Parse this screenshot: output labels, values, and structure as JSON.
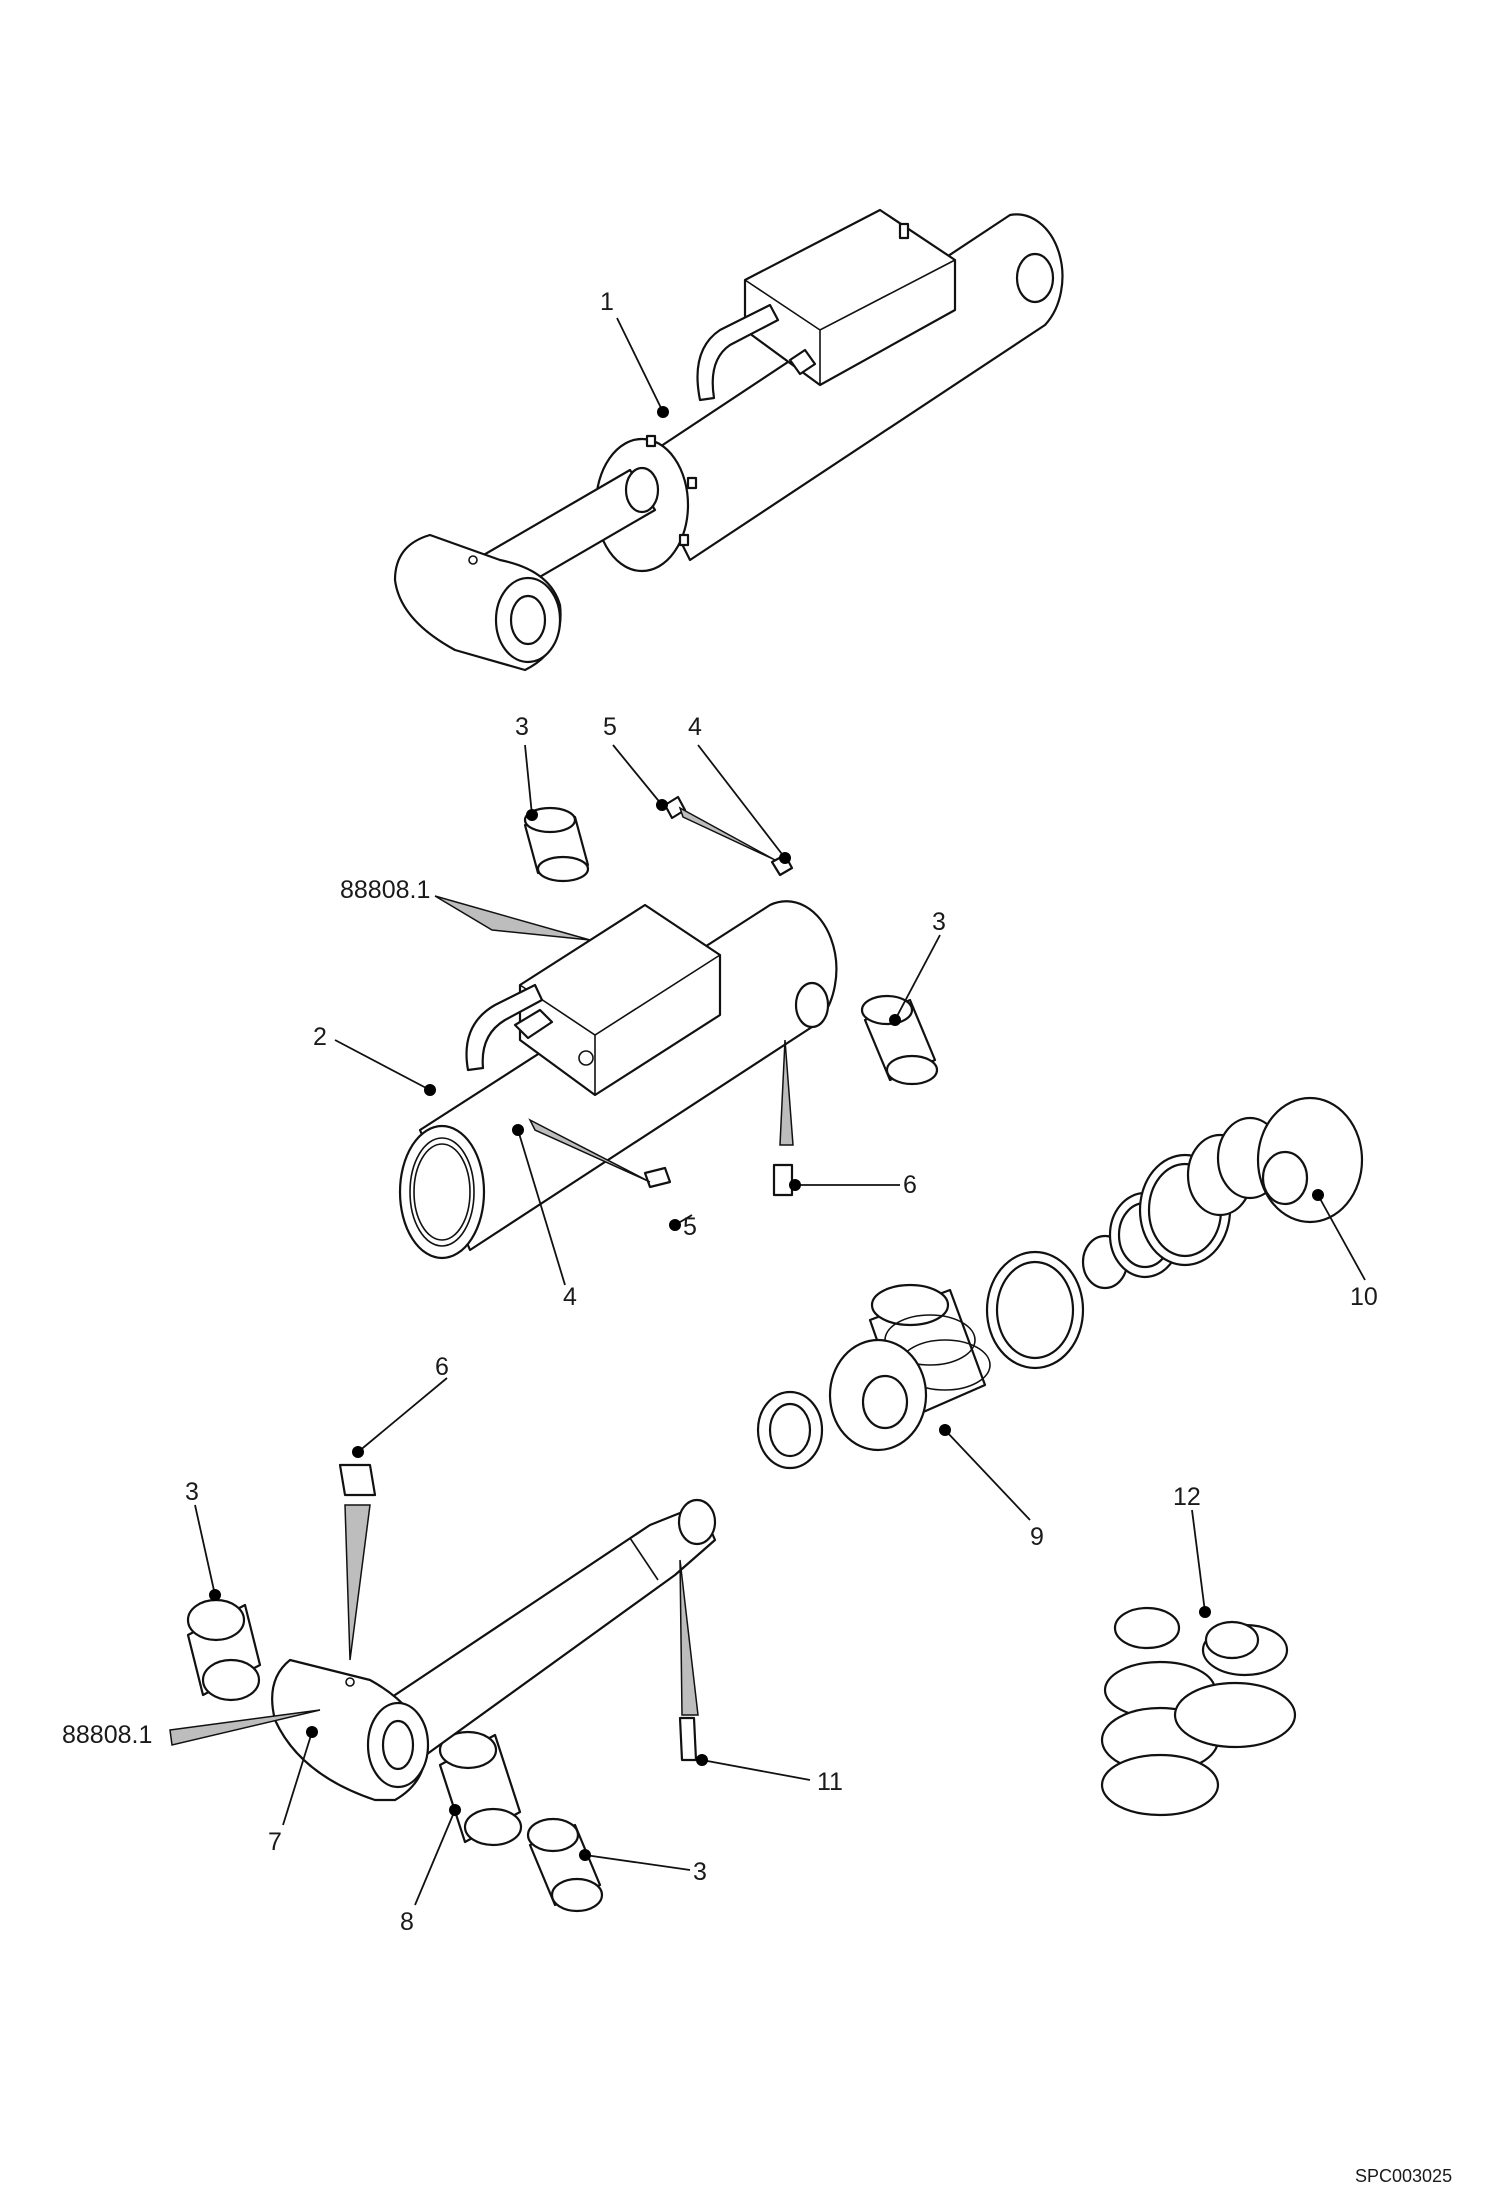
{
  "callouts": {
    "c1": "1",
    "c2": "2",
    "c3a": "3",
    "c3b": "3",
    "c3c": "3",
    "c3d": "3",
    "c4a": "4",
    "c4b": "4",
    "c5a": "5",
    "c5b": "5",
    "c6a": "6",
    "c6b": "6",
    "c7": "7",
    "c8": "8",
    "c9": "9",
    "c10": "10",
    "c11": "11",
    "c12": "12",
    "ref_a": "88808.1",
    "ref_b": "88808.1"
  },
  "drawing_code": "SPC003025"
}
